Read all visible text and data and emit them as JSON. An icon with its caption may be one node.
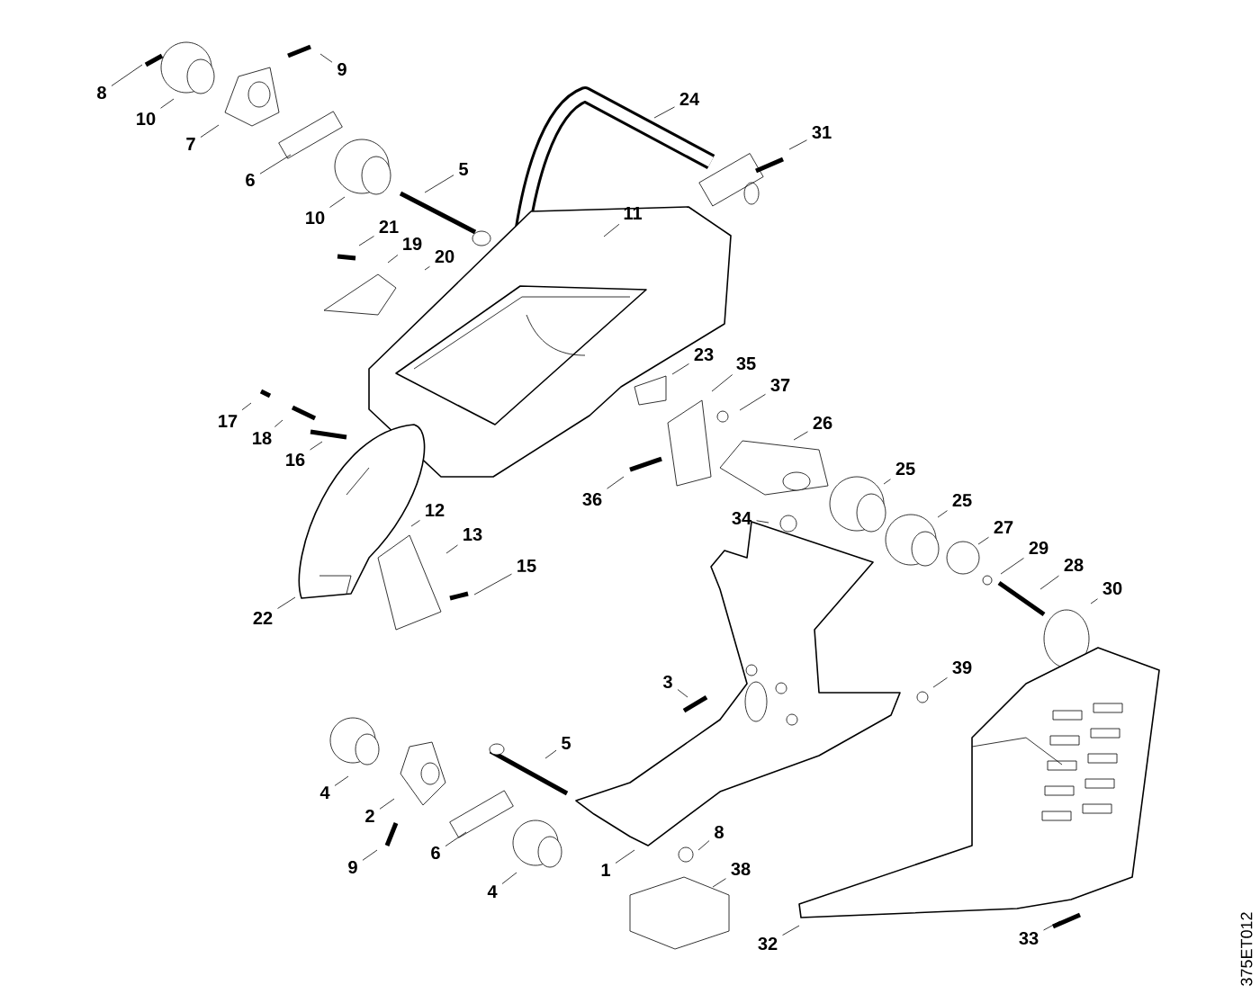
{
  "diagram": {
    "nodes": [
      {
        "text": [
          "8"
        ]
      },
      {
        "text": [
          "9"
        ]
      },
      {
        "text": [
          "10"
        ]
      },
      {
        "text": [
          "7"
        ]
      },
      {
        "text": [
          "6"
        ]
      },
      {
        "text": [
          "24"
        ]
      },
      {
        "text": [
          "31"
        ]
      },
      {
        "text": [
          "5"
        ]
      },
      {
        "text": [
          "10"
        ]
      },
      {
        "text": [
          "11"
        ]
      },
      {
        "text": [
          "21"
        ]
      },
      {
        "text": [
          "19"
        ]
      },
      {
        "text": [
          "20"
        ]
      },
      {
        "text": [
          "23"
        ]
      },
      {
        "text": [
          "35"
        ]
      },
      {
        "text": [
          "37"
        ]
      },
      {
        "text": [
          "17"
        ]
      },
      {
        "text": [
          "26"
        ]
      },
      {
        "text": [
          "18"
        ]
      },
      {
        "text": [
          "16"
        ]
      },
      {
        "text": [
          "25"
        ]
      },
      {
        "text": [
          "36"
        ]
      },
      {
        "text": [
          "25"
        ]
      },
      {
        "text": [
          "34"
        ]
      },
      {
        "text": [
          "12"
        ]
      },
      {
        "text": [
          "13"
        ]
      },
      {
        "text": [
          "27"
        ]
      },
      {
        "text": [
          "15"
        ]
      },
      {
        "text": [
          "29"
        ]
      },
      {
        "text": [
          "28"
        ]
      },
      {
        "text": [
          "30"
        ]
      },
      {
        "text": [
          "22"
        ]
      },
      {
        "text": [
          "39"
        ]
      },
      {
        "text": [
          "3"
        ]
      },
      {
        "text": [
          "5"
        ]
      },
      {
        "text": [
          "4"
        ]
      },
      {
        "text": [
          "2"
        ]
      },
      {
        "text": [
          "9"
        ]
      },
      {
        "text": [
          "6"
        ]
      },
      {
        "text": [
          "8"
        ]
      },
      {
        "text": [
          "38"
        ]
      },
      {
        "text": [
          "1"
        ]
      },
      {
        "text": [
          "4"
        ]
      },
      {
        "text": [
          "32"
        ]
      },
      {
        "text": [
          "33"
        ]
      }
    ],
    "edges": [
      {
        "from": 0,
        "to": null,
        "arrow": "none"
      },
      {
        "from": 1,
        "to": null,
        "arrow": "none"
      },
      {
        "from": 2,
        "to": null,
        "arrow": "none"
      },
      {
        "from": 3,
        "to": null,
        "arrow": "none"
      },
      {
        "from": 4,
        "to": null,
        "arrow": "none"
      },
      {
        "from": 5,
        "to": null,
        "arrow": "none"
      },
      {
        "from": 6,
        "to": null,
        "arrow": "none"
      },
      {
        "from": 7,
        "to": null,
        "arrow": "none"
      },
      {
        "from": 8,
        "to": null,
        "arrow": "none"
      },
      {
        "from": 9,
        "to": null,
        "arrow": "none"
      },
      {
        "from": 10,
        "to": null,
        "arrow": "none"
      },
      {
        "from": 11,
        "to": null,
        "arrow": "none"
      },
      {
        "from": 12,
        "to": null,
        "arrow": "none"
      },
      {
        "from": 13,
        "to": null,
        "arrow": "none"
      },
      {
        "from": 14,
        "to": null,
        "arrow": "none"
      },
      {
        "from": 15,
        "to": null,
        "arrow": "none"
      },
      {
        "from": 16,
        "to": null,
        "arrow": "none"
      },
      {
        "from": 17,
        "to": null,
        "arrow": "none"
      },
      {
        "from": 18,
        "to": null,
        "arrow": "none"
      },
      {
        "from": 19,
        "to": null,
        "arrow": "none"
      },
      {
        "from": 20,
        "to": null,
        "arrow": "none"
      },
      {
        "from": 21,
        "to": null,
        "arrow": "none"
      },
      {
        "from": 22,
        "to": null,
        "arrow": "none"
      },
      {
        "from": 23,
        "to": null,
        "arrow": "none"
      },
      {
        "from": 24,
        "to": null,
        "arrow": "none"
      },
      {
        "from": 25,
        "to": null,
        "arrow": "none"
      },
      {
        "from": 26,
        "to": null,
        "arrow": "none"
      },
      {
        "from": 27,
        "to": null,
        "arrow": "none"
      },
      {
        "from": 28,
        "to": null,
        "arrow": "none"
      },
      {
        "from": 29,
        "to": null,
        "arrow": "none"
      },
      {
        "from": 30,
        "to": null,
        "arrow": "none"
      },
      {
        "from": 31,
        "to": null,
        "arrow": "none"
      },
      {
        "from": 32,
        "to": null,
        "arrow": "none"
      },
      {
        "from": 33,
        "to": null,
        "arrow": "none"
      },
      {
        "from": 34,
        "to": null,
        "arrow": "none"
      },
      {
        "from": 35,
        "to": null,
        "arrow": "none"
      },
      {
        "from": 36,
        "to": null,
        "arrow": "none"
      },
      {
        "from": 37,
        "to": null,
        "arrow": "none"
      },
      {
        "from": 38,
        "to": null,
        "arrow": "none"
      },
      {
        "from": 39,
        "to": null,
        "arrow": "none"
      },
      {
        "from": 40,
        "to": null,
        "arrow": "none"
      },
      {
        "from": 41,
        "to": null,
        "arrow": "none"
      },
      {
        "from": 42,
        "to": null,
        "arrow": "none"
      },
      {
        "from": 43,
        "to": null,
        "arrow": "none"
      },
      {
        "from": 44,
        "to": null,
        "arrow": "none"
      }
    ],
    "labels": [
      "375ET012"
    ]
  }
}
